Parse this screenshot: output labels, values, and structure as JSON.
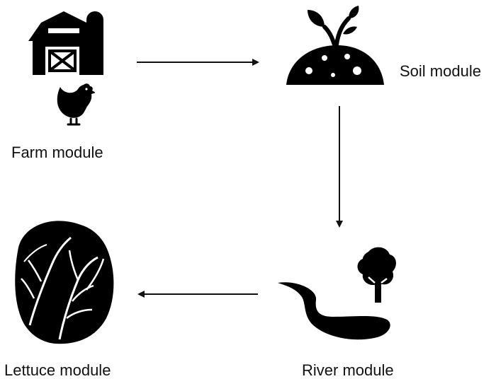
{
  "diagram": {
    "modules": {
      "farm": {
        "label": "Farm module",
        "icon": "barn-silo-icon",
        "secondary_icon": "chicken-icon"
      },
      "soil": {
        "label": "Soil module",
        "icon": "soil-sprout-icon"
      },
      "river": {
        "label": "River module",
        "icon": "river-tree-icon"
      },
      "lettuce": {
        "label": "Lettuce module",
        "icon": "lettuce-icon"
      }
    },
    "flow": [
      "farm",
      "soil",
      "river",
      "lettuce"
    ],
    "colors": {
      "icon": "#000000",
      "arrow": "#111111",
      "background": "#ffffff"
    }
  }
}
